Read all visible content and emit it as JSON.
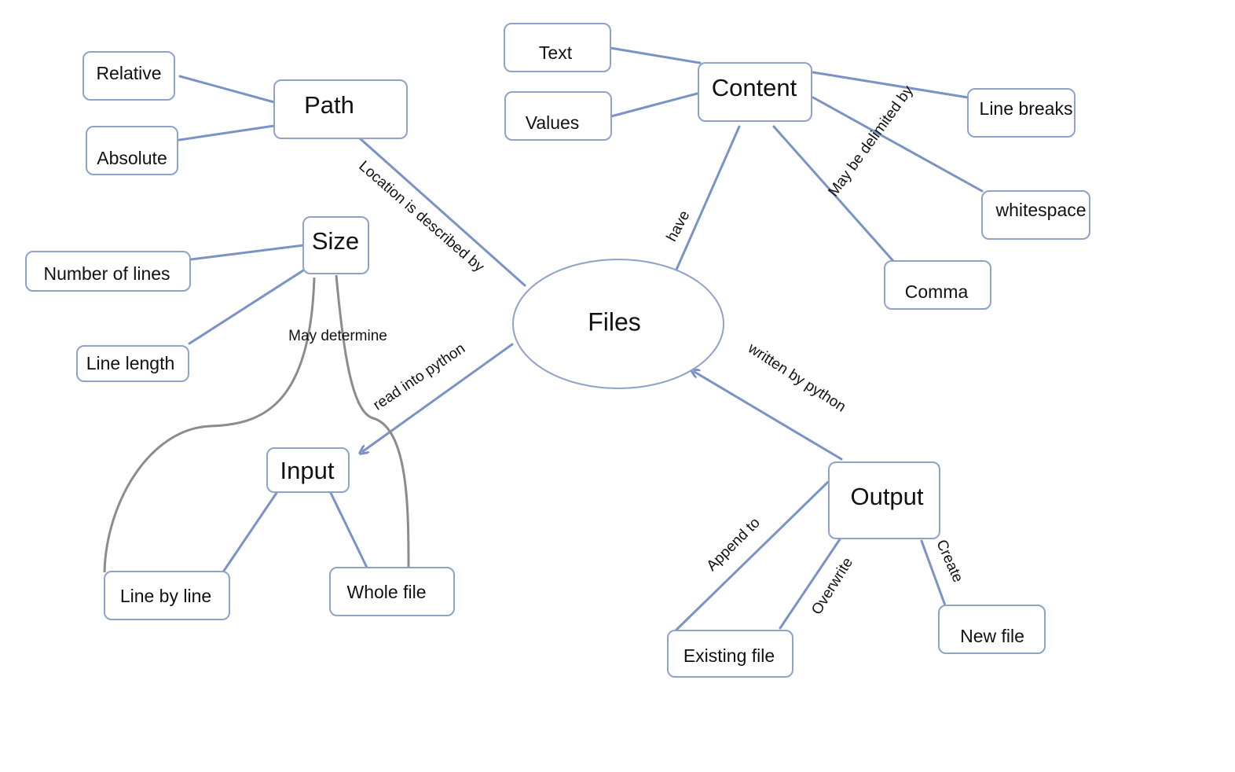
{
  "nodes": {
    "files": "Files",
    "path": "Path",
    "relative": "Relative",
    "absolute": "Absolute",
    "size": "Size",
    "number_of_lines": "Number of lines",
    "line_length": "Line length",
    "input": "Input",
    "line_by_line": "Line by line",
    "whole_file": "Whole file",
    "content": "Content",
    "text": "Text",
    "values": "Values",
    "line_breaks": "Line breaks",
    "whitespace": "whitespace",
    "comma": "Comma",
    "output": "Output",
    "existing_file": "Existing file",
    "new_file": "New file"
  },
  "edge_labels": {
    "location": "Location is described by",
    "have": "have",
    "delimited": "May be delimited by",
    "read": "read into python",
    "written": "written by python",
    "may_determine": "May determine",
    "append": "Append to",
    "overwrite": "Overwrite",
    "create": "Create"
  },
  "colors": {
    "link": "#7a93c4",
    "node_border": "#8fa3c8",
    "curve": "#8c8c8c"
  }
}
